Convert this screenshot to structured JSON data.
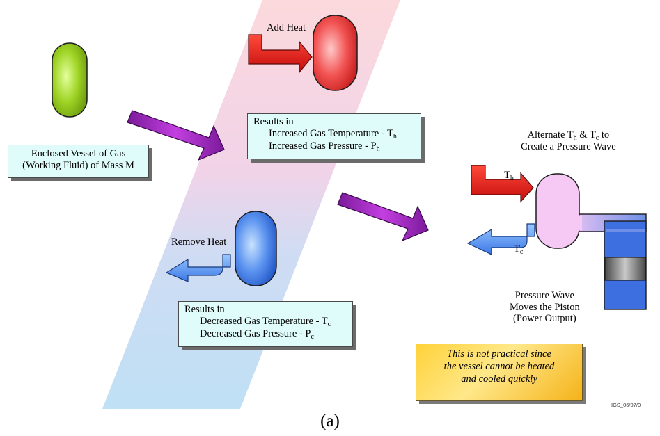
{
  "labels": {
    "add_heat": "Add Heat",
    "remove_heat": "Remove Heat",
    "alternate_line1_a": "Alternate T",
    "alternate_line1_sub_h": "h",
    "alternate_line1_mid": " & T",
    "alternate_line1_sub_c": "c",
    "alternate_line1_end": " to",
    "alternate_line2": "Create a Pressure Wave",
    "th_base": "T",
    "th_sub": "h",
    "tc_base": "T",
    "tc_sub": "c",
    "piston_line1": "Pressure Wave",
    "piston_line2": "Moves the Piston",
    "piston_line3": "(Power Output)"
  },
  "vessel_box": {
    "line1": "Enclosed Vessel of Gas",
    "line2": "(Working Fluid) of Mass M"
  },
  "heat_result_box": {
    "title": "Results in",
    "temp": "Increased Gas Temperature - T",
    "temp_sub": "h",
    "pressure": "Increased Gas Pressure - P",
    "pressure_sub": "h"
  },
  "cool_result_box": {
    "title": "Results in",
    "temp": "Decreased Gas Temperature - T",
    "temp_sub": "c",
    "pressure": "Decreased Gas Pressure - P",
    "pressure_sub": "c"
  },
  "note": {
    "line1": "This is not practical since",
    "line2": "the vessel cannot be heated",
    "line3": "and cooled quickly"
  },
  "caption": "(a)",
  "corner_code": "IGS_06/07/0"
}
